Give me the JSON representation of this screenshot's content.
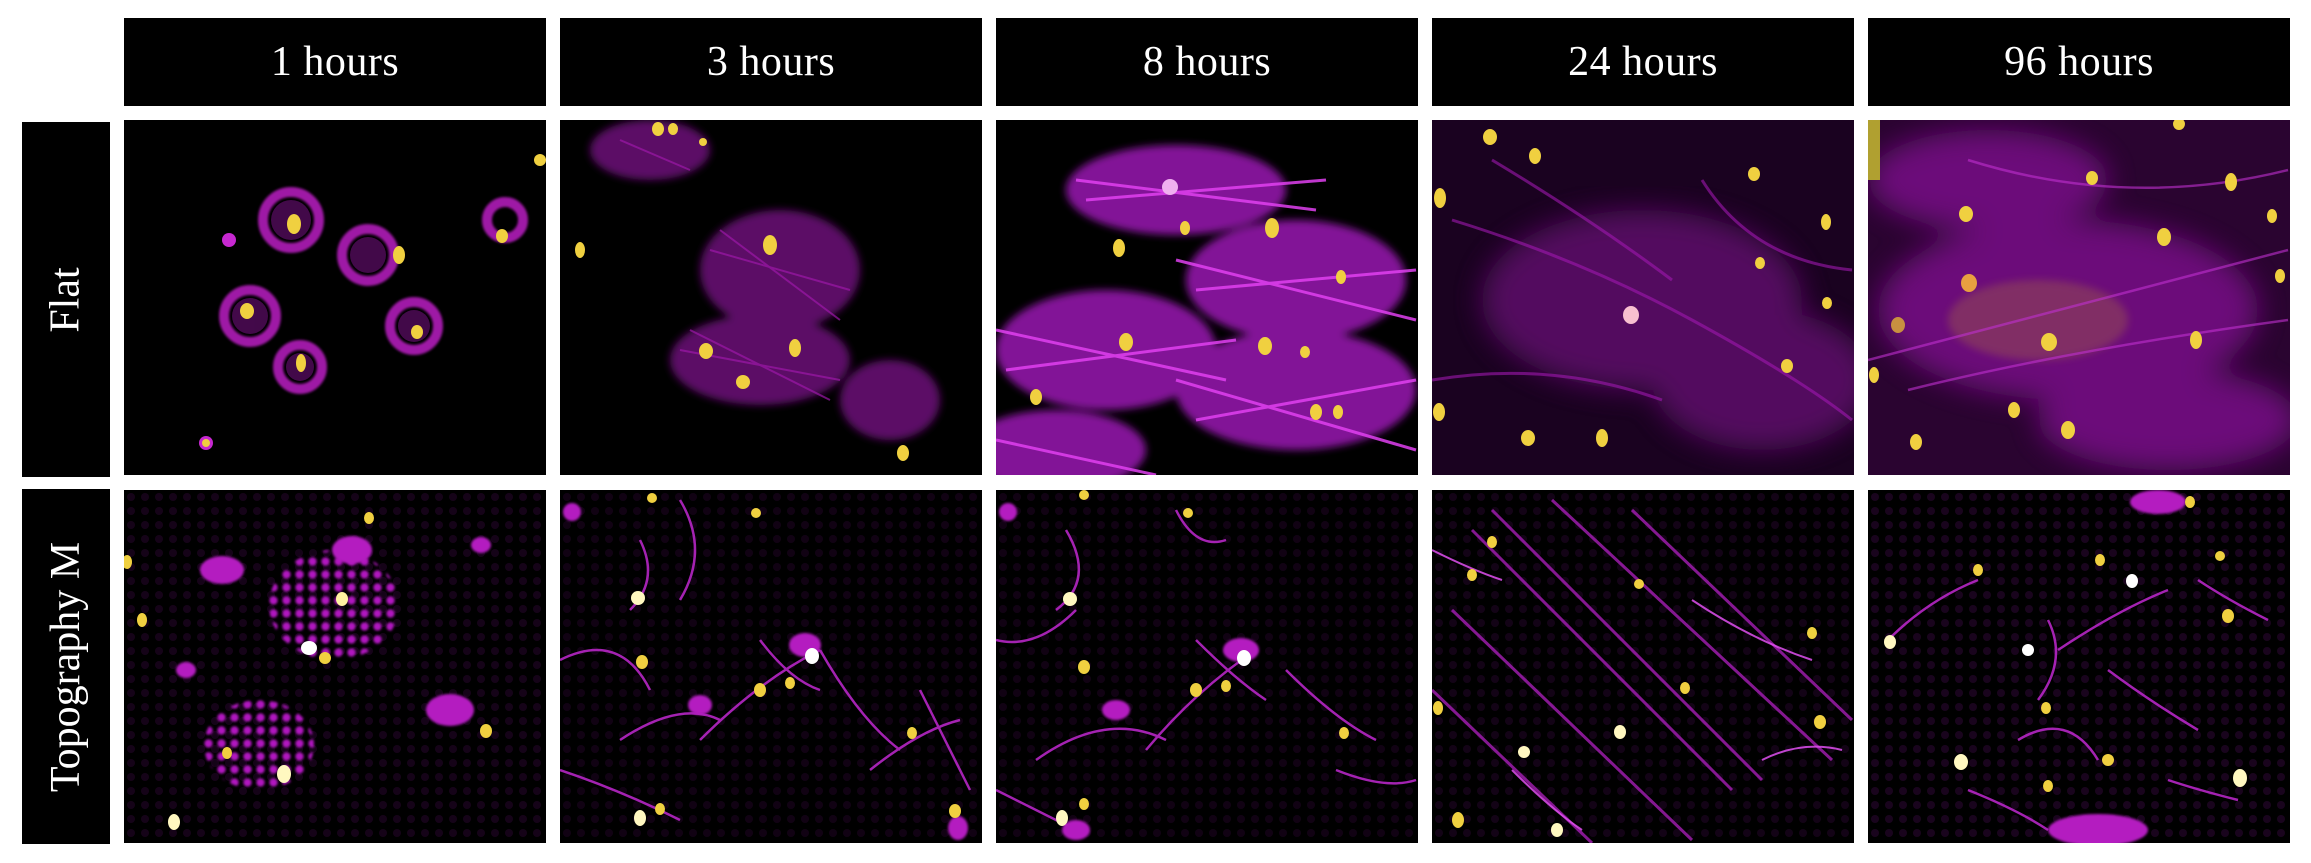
{
  "columns": [
    {
      "label": "1 hours"
    },
    {
      "label": "3 hours"
    },
    {
      "label": "8 hours"
    },
    {
      "label": "24 hours"
    },
    {
      "label": "96 hours"
    }
  ],
  "rows": [
    {
      "label": "Flat"
    },
    {
      "label": "Topography M"
    }
  ],
  "colors": {
    "actin_stain": "#d21edc",
    "nucleus_stain": "#f0e040",
    "background": "#000000",
    "label_bg": "#000000",
    "label_text": "#ffffff"
  }
}
